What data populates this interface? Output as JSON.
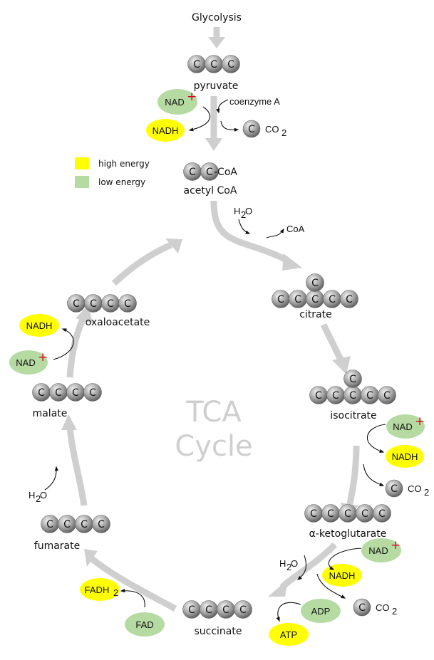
{
  "title": "TCA Cycle",
  "center_label": {
    "line1": "TCA",
    "line2": "Cycle"
  },
  "colors": {
    "high_energy": "#ffff00",
    "low_energy": "#b5dba3",
    "arrow": "#cfcfcf",
    "carbon": "#8c8c8c",
    "plus": "#e0001b"
  },
  "legend": {
    "items": [
      {
        "label": "high energy",
        "color": "#ffff00"
      },
      {
        "label": "low energy",
        "color": "#b5dba3"
      }
    ]
  },
  "top": {
    "source": "Glycolysis",
    "coenzyme": "coenzyme A",
    "acetyl_suffix": "-CoA"
  },
  "molecules": [
    {
      "name": "pyruvate",
      "carbons": 3
    },
    {
      "name": "acetyl CoA",
      "carbons": 2
    },
    {
      "name": "citrate",
      "carbons": 6
    },
    {
      "name": "isocitrate",
      "carbons": 6
    },
    {
      "name": "α-ketoglutarate",
      "carbons": 5
    },
    {
      "name": "succinate",
      "carbons": 4
    },
    {
      "name": "fumarate",
      "carbons": 4
    },
    {
      "name": "malate",
      "carbons": 4
    },
    {
      "name": "oxaloacetate",
      "carbons": 4
    }
  ],
  "carbon_symbol": "C",
  "cofactors": {
    "nad": "NAD",
    "nadh": "NADH",
    "fad": "FAD",
    "fadh2": "FADH",
    "fadh2_sub": "2",
    "adp": "ADP",
    "atp": "ATP",
    "plus": "+"
  },
  "small_molecules": {
    "co2": "CO",
    "co2_sub": "2",
    "h2o_h": "H",
    "h2o_sub": "2",
    "h2o_o": "O",
    "coa": "CoA"
  }
}
